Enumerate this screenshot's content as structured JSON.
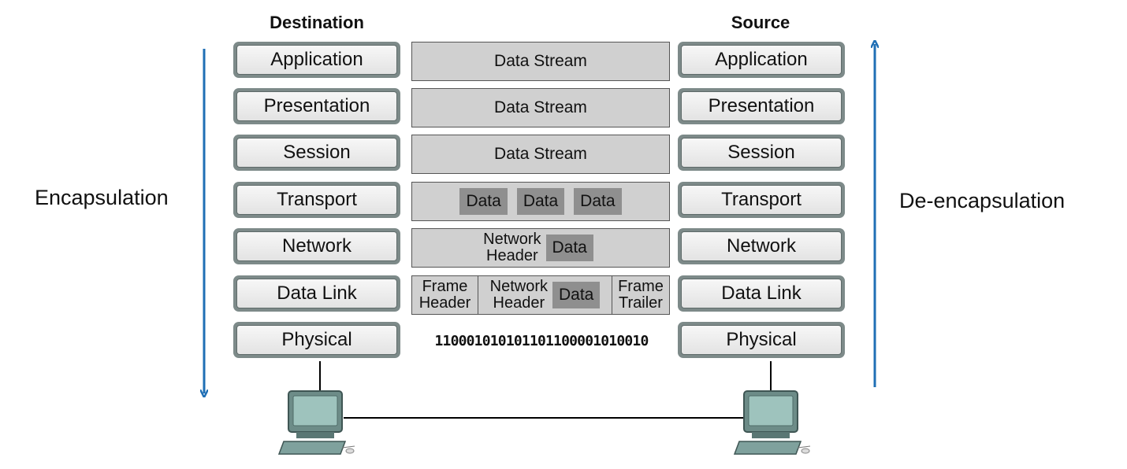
{
  "destination_title": "Destination",
  "source_title": "Source",
  "left_label": "Encapsulation",
  "right_label": "De-encapsulation",
  "layers": [
    "Application",
    "Presentation",
    "Session",
    "Transport",
    "Network",
    "Data Link",
    "Physical"
  ],
  "pdus": {
    "application": "Data Stream",
    "presentation": "Data Stream",
    "session": "Data Stream",
    "transport": [
      "Data",
      "Data",
      "Data"
    ],
    "network": {
      "header_line1": "Network",
      "header_line2": "Header",
      "data": "Data"
    },
    "datalink": {
      "frame_header": [
        "Frame",
        "Header"
      ],
      "network_header": [
        "Network",
        "Header"
      ],
      "data": "Data",
      "frame_trailer": [
        "Frame",
        "Trailer"
      ]
    },
    "physical": "110001010101101100001010010"
  },
  "colors": {
    "arrow": "#1f6fb5",
    "layer_frame": "#7d8a89",
    "pdu_fill": "#d0d0d0",
    "chip_fill": "#8f8f8f"
  },
  "icons": {
    "destination_host": "computer-icon",
    "source_host": "computer-icon"
  }
}
